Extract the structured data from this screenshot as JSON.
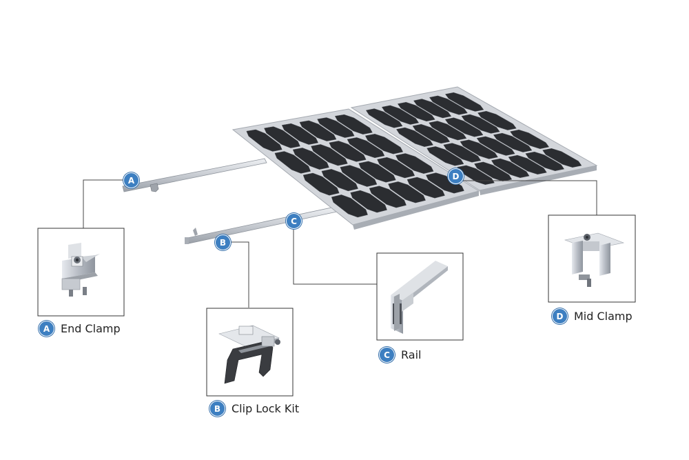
{
  "badges": {
    "a": "A",
    "b": "B",
    "c": "C",
    "d": "D"
  },
  "labels": {
    "a": "End Clamp",
    "b": "Clip Lock Kit",
    "c": "Rail",
    "d": "Mid Clamp"
  },
  "colors": {
    "badge": "#3d7fc1",
    "line": "#444444",
    "panel_cell": "#2b2d31",
    "frame": "#c9ccd1"
  }
}
